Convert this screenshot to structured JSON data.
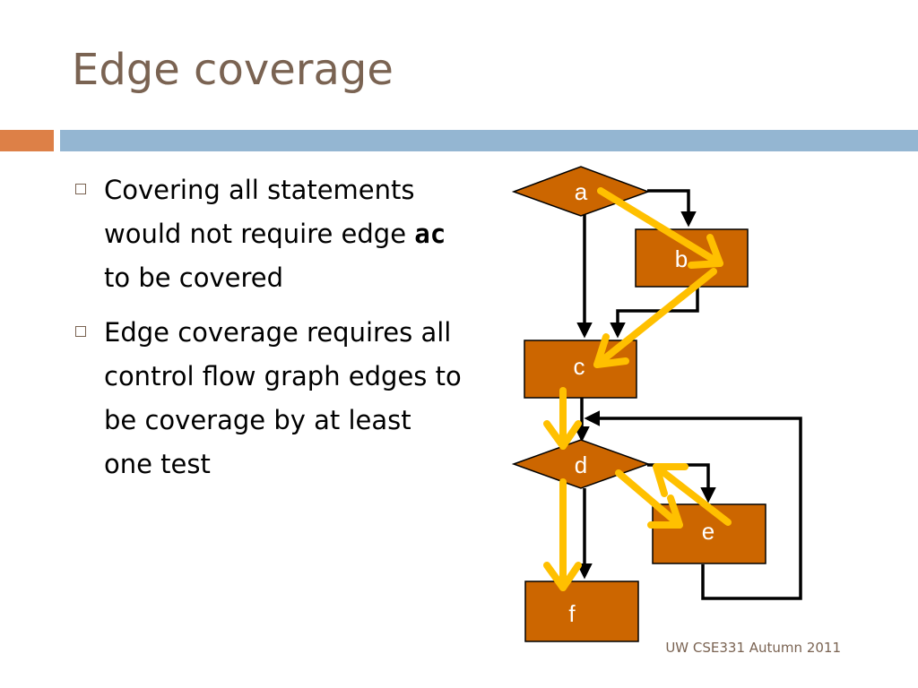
{
  "slide": {
    "title": "Edge coverage",
    "bullets": [
      {
        "before": "Covering all statements would not require edge ",
        "code": "ac",
        "after": " to be covered"
      },
      {
        "before": "Edge coverage requires all control flow graph edges to be coverage by at least one test",
        "code": "",
        "after": ""
      }
    ],
    "footer": "UW CSE331 Autumn 2011"
  },
  "diagram": {
    "nodes": [
      {
        "id": "a",
        "label": "a",
        "shape": "diamond"
      },
      {
        "id": "b",
        "label": "b",
        "shape": "rect"
      },
      {
        "id": "c",
        "label": "c",
        "shape": "rect"
      },
      {
        "id": "d",
        "label": "d",
        "shape": "diamond"
      },
      {
        "id": "e",
        "label": "e",
        "shape": "rect"
      },
      {
        "id": "f",
        "label": "f",
        "shape": "rect"
      }
    ],
    "edges": [
      {
        "from": "a",
        "to": "b"
      },
      {
        "from": "a",
        "to": "c"
      },
      {
        "from": "b",
        "to": "c"
      },
      {
        "from": "c",
        "to": "d"
      },
      {
        "from": "d",
        "to": "e"
      },
      {
        "from": "e",
        "to": "d"
      },
      {
        "from": "d",
        "to": "f"
      }
    ],
    "highlighted_path": [
      "a-b",
      "b-c",
      "c-d",
      "d-e",
      "e-d",
      "d-f"
    ],
    "colors": {
      "node_fill": "#cc6600",
      "edge": "#000000",
      "highlight": "#ffc000",
      "title": "#7a6352",
      "accent_orange": "#dd8047",
      "accent_blue": "#94b6d2"
    }
  }
}
